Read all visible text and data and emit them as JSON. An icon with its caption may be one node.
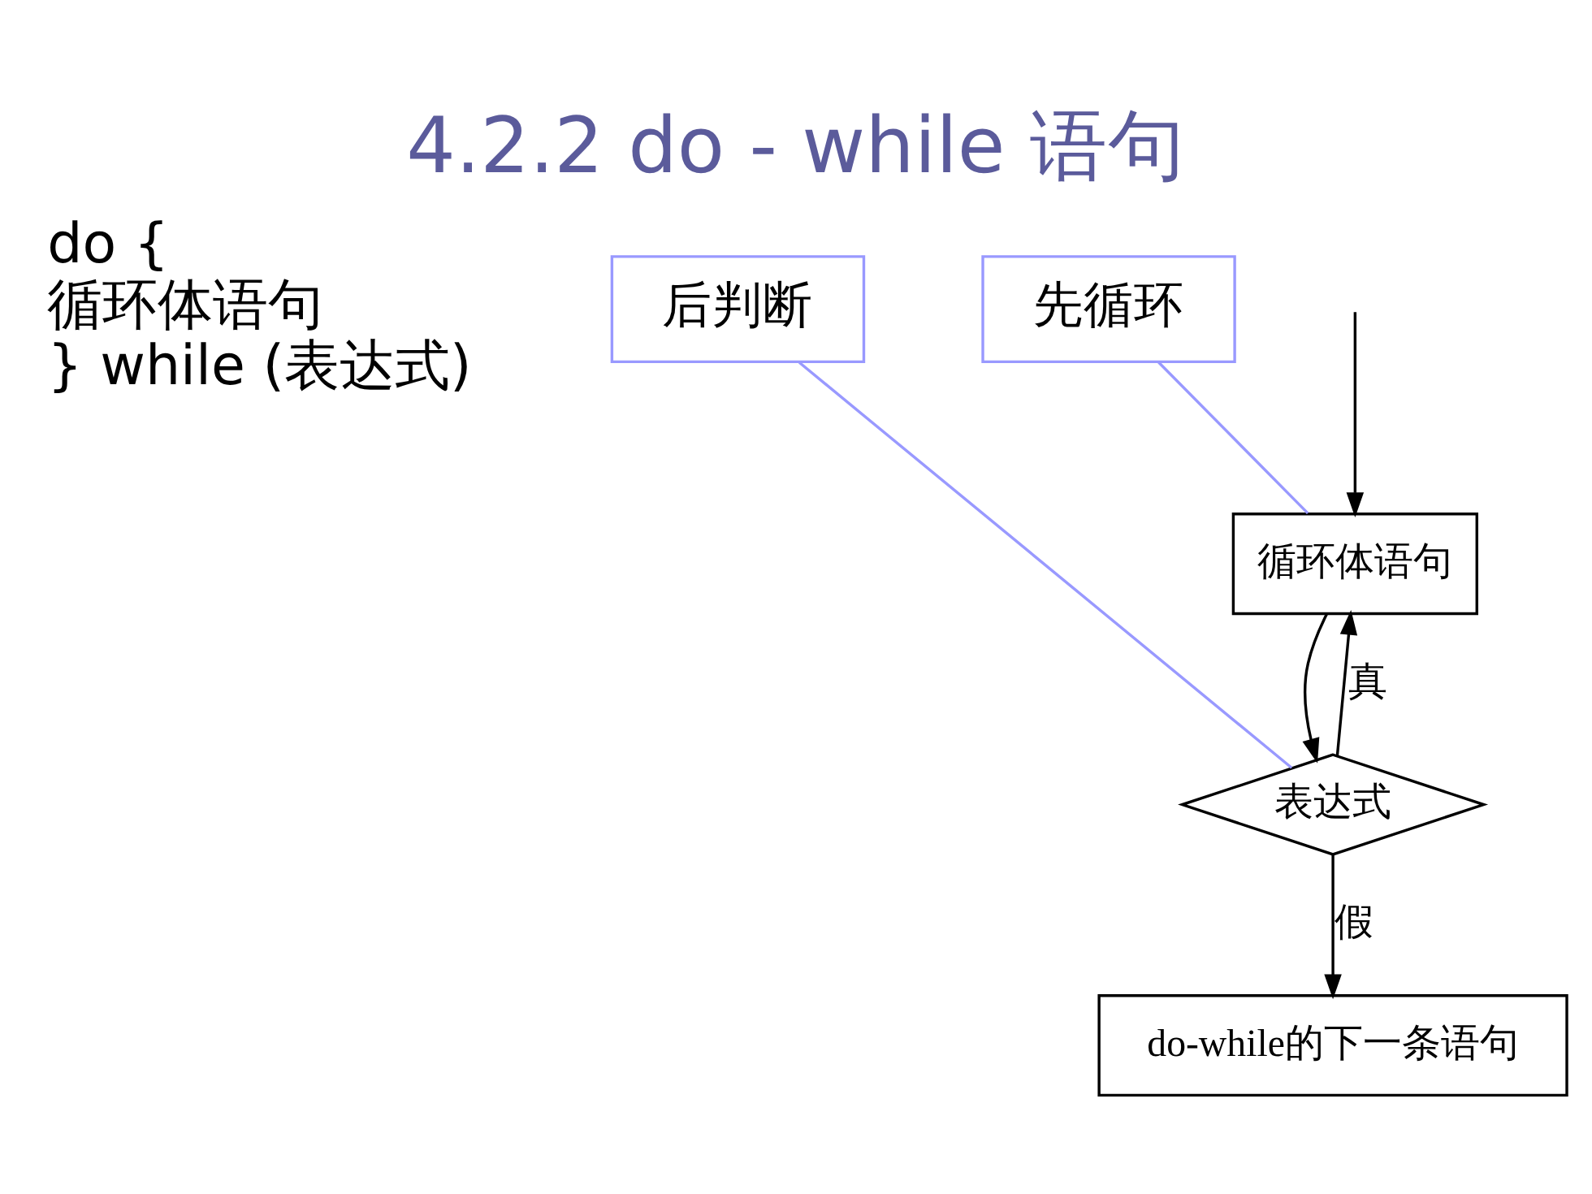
{
  "diagram": {
    "title": "4.2.2 do - while 语句",
    "nodes": [
      {
        "text": [
          "循环体语句"
        ]
      },
      {
        "text": [
          "表达式"
        ]
      },
      {
        "text": [
          "do-while的下一条语句"
        ]
      },
      {
        "text": [
          "先循环"
        ]
      },
      {
        "text": [
          "后判断"
        ]
      }
    ],
    "edges": [
      {
        "from": null,
        "to": 0,
        "arrow": "to"
      },
      {
        "from": 0,
        "to": 1,
        "arrow": "to"
      },
      {
        "from": 1,
        "to": 0,
        "label": "真",
        "arrow": "to"
      },
      {
        "from": 1,
        "to": 2,
        "label": "假",
        "arrow": "to"
      },
      {
        "from": 3,
        "to": 0,
        "arrow": "none",
        "color": "#9999ff"
      },
      {
        "from": 4,
        "to": 1,
        "arrow": "none",
        "color": "#9999ff"
      }
    ],
    "labels": [
      "do {",
      "循环体语句",
      "} while (表达式)"
    ]
  }
}
